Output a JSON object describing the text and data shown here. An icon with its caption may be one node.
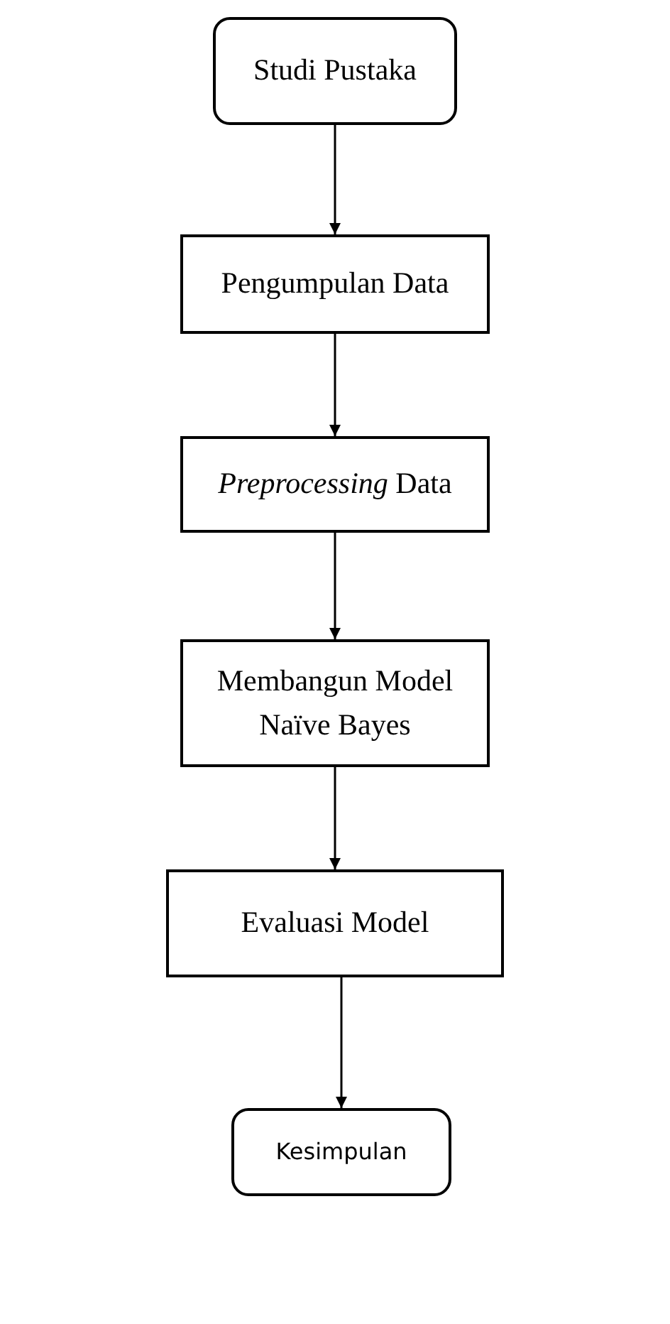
{
  "diagram": {
    "nodes": [
      {
        "text": [
          "Studi Pustaka"
        ]
      },
      {
        "text": [
          "Pengumpulan Data"
        ]
      },
      {
        "text": [
          "*Preprocessing* Data"
        ]
      },
      {
        "text": [
          "Membangun Model Naïve Bayes"
        ]
      },
      {
        "text": [
          "Evaluasi Model"
        ]
      },
      {
        "text": [
          "Kesimpulan"
        ]
      }
    ],
    "edges": [
      {
        "from": 0,
        "to": 1,
        "arrow": "to"
      },
      {
        "from": 1,
        "to": 2,
        "arrow": "to"
      },
      {
        "from": 2,
        "to": 3,
        "arrow": "to"
      },
      {
        "from": 3,
        "to": 4,
        "arrow": "to"
      },
      {
        "from": 4,
        "to": 5,
        "arrow": "to"
      }
    ]
  }
}
